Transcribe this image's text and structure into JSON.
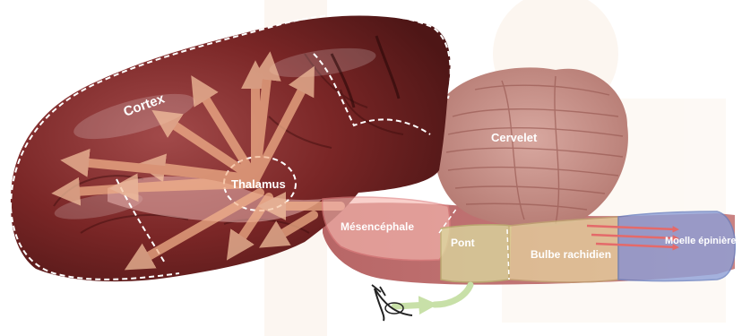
{
  "labels": {
    "cortex": "Cortex",
    "thalamus": "Thalamus",
    "cervelet": "Cervelet",
    "mesencephale": "Mésencéphale",
    "pont": "Pont",
    "bulbe": "Bulbe rachidien",
    "moelle": "Moelle épinière"
  },
  "colors": {
    "mesencephale_overlay": "#f6b8b0",
    "pont_overlay": "#dcdca0",
    "bulbe_overlay": "#e8d6a0",
    "moelle_overlay": "#8ea0d8",
    "arrow": "#f4b48c",
    "eye_arrow": "#c8e0a8"
  }
}
